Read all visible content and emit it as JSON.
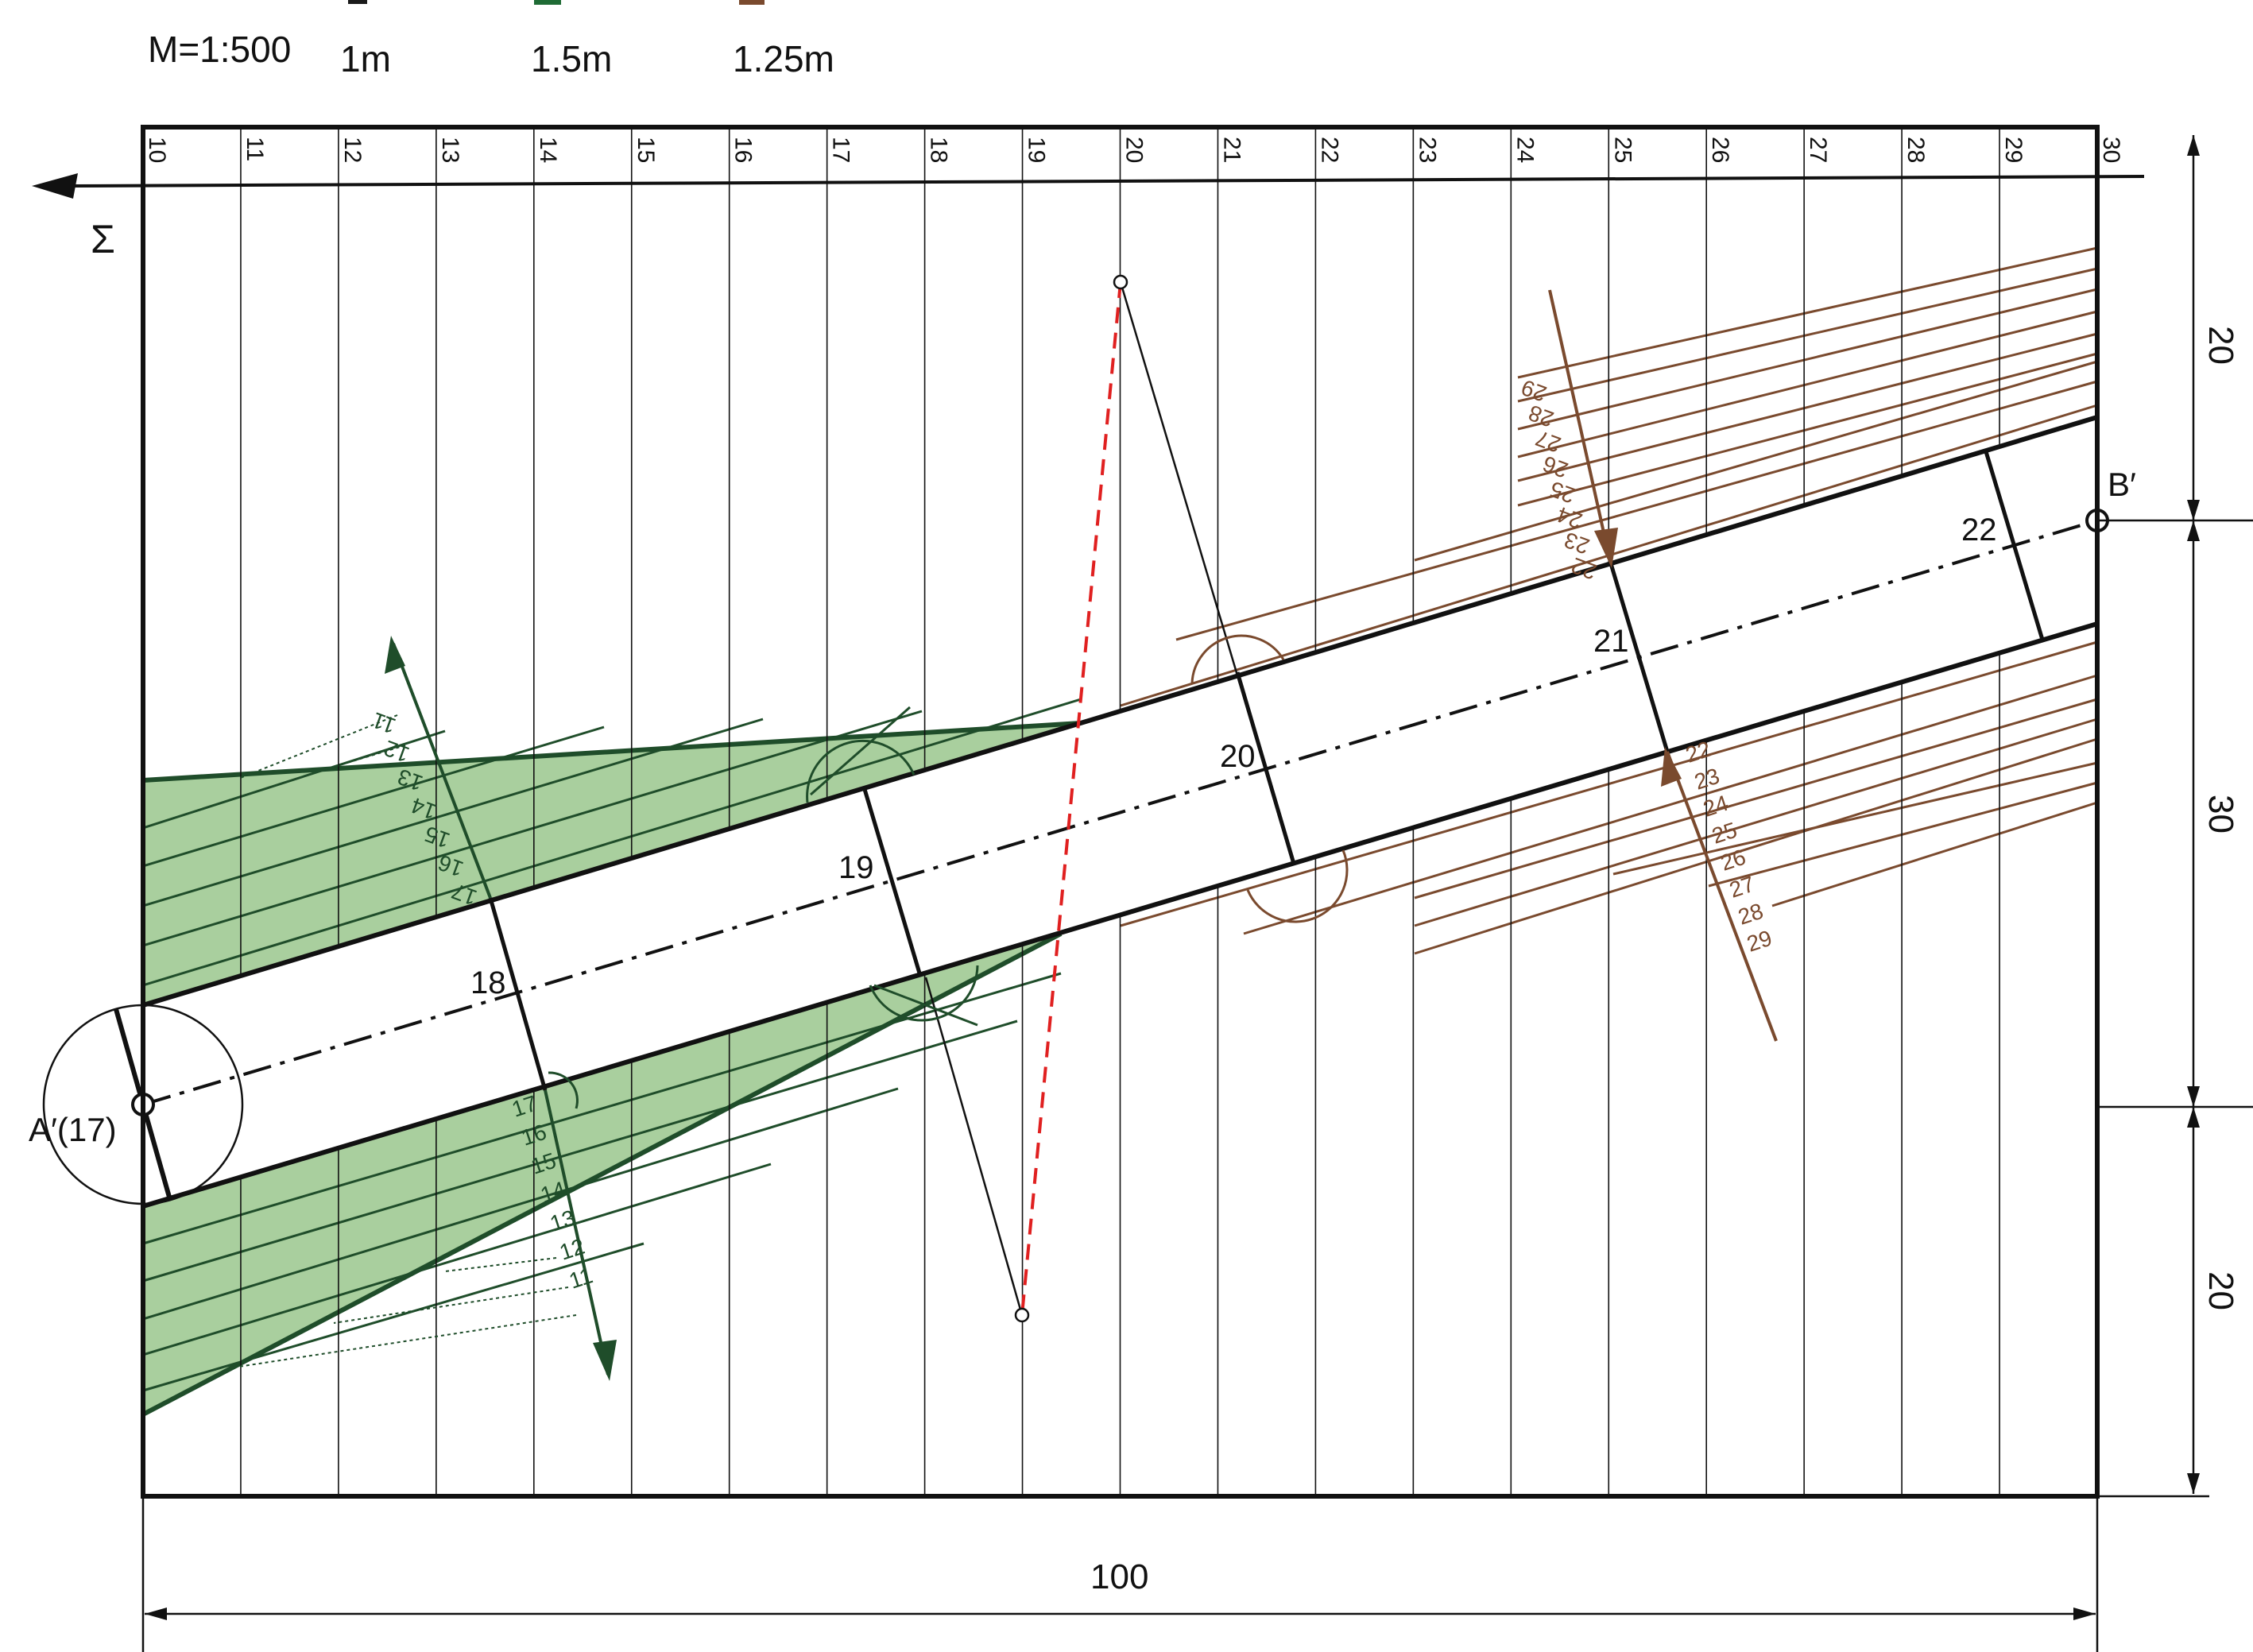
{
  "legend": {
    "scale": "M=1:500",
    "items": [
      {
        "label": "1m",
        "color": "#1a1a1a"
      },
      {
        "label": "1.5m",
        "color": "#1f6b35"
      },
      {
        "label": "1.25m",
        "color": "#7a4a2e"
      }
    ]
  },
  "plane_label": "Σ",
  "grid_labels": [
    "10",
    "11",
    "12",
    "13",
    "14",
    "15",
    "16",
    "17",
    "18",
    "19",
    "20",
    "21",
    "22",
    "23",
    "24",
    "25",
    "26",
    "27",
    "28",
    "29",
    "30"
  ],
  "points": {
    "a": "A′(17)",
    "b": "B′"
  },
  "road_stations": [
    "18",
    "19",
    "20",
    "21",
    "22"
  ],
  "green_labels_top": [
    "11",
    "12",
    "13",
    "14",
    "15",
    "16",
    "17"
  ],
  "green_labels_bottom": [
    "17",
    "16",
    "15",
    "14",
    "13",
    "12",
    "11"
  ],
  "brown_labels_top": [
    "29",
    "28",
    "27",
    "26",
    "25",
    "24",
    "23",
    "22"
  ],
  "brown_labels_bottom": [
    "22",
    "23",
    "24",
    "25",
    "26",
    "27",
    "28",
    "29"
  ],
  "dimensions": {
    "right": [
      "20",
      "30",
      "20"
    ],
    "bottom": "100"
  },
  "colors": {
    "green_fill": "#a9cf9e",
    "green_line": "#1f4d2a",
    "brown_line": "#7a4a2e",
    "red_dashed": "#e02020",
    "black": "#111111"
  }
}
